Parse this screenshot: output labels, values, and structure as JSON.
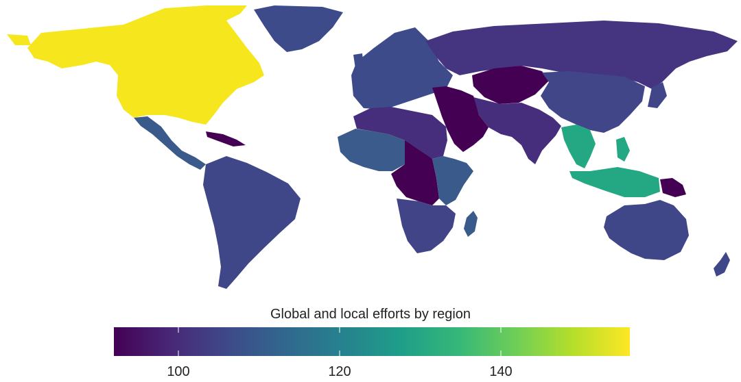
{
  "legend": {
    "title": "Global and local efforts by region",
    "min": 92,
    "max": 156,
    "ticks": [
      100,
      120,
      140
    ],
    "tick_labels": [
      "100",
      "120",
      "140"
    ],
    "colormap": [
      "#440154",
      "#482878",
      "#3e4a89",
      "#31688e",
      "#26828e",
      "#1f9e89",
      "#35b779",
      "#6ece58",
      "#b5de2b",
      "#fde725"
    ]
  },
  "regions": [
    {
      "name": "North America",
      "value": 156,
      "color": "#f5e61e"
    },
    {
      "name": "Greenland",
      "value": 110,
      "color": "#3e4b8a"
    },
    {
      "name": "Central America & Mexico",
      "value": 113,
      "color": "#3b5a8c"
    },
    {
      "name": "Caribbean",
      "value": 92,
      "color": "#440154"
    },
    {
      "name": "South America",
      "value": 106,
      "color": "#404788"
    },
    {
      "name": "Europe",
      "value": 110,
      "color": "#3e4b8a"
    },
    {
      "name": "Russia & Northern Asia",
      "value": 100,
      "color": "#453581"
    },
    {
      "name": "Central Asia",
      "value": 92,
      "color": "#440154"
    },
    {
      "name": "East Asia",
      "value": 108,
      "color": "#404688"
    },
    {
      "name": "South Asia",
      "value": 100,
      "color": "#472e7c"
    },
    {
      "name": "Middle East",
      "value": 92,
      "color": "#440154"
    },
    {
      "name": "North Africa",
      "value": 100,
      "color": "#472e7c"
    },
    {
      "name": "West Africa",
      "value": 113,
      "color": "#3a5b8c"
    },
    {
      "name": "Central Africa",
      "value": 92,
      "color": "#440154"
    },
    {
      "name": "East Africa",
      "value": 113,
      "color": "#3b5a8c"
    },
    {
      "name": "Southern Africa",
      "value": 110,
      "color": "#414487"
    },
    {
      "name": "Madagascar",
      "value": 113,
      "color": "#3b5a8c"
    },
    {
      "name": "Southeast Asia",
      "value": 132,
      "color": "#23a883"
    },
    {
      "name": "Papua New Guinea",
      "value": 92,
      "color": "#440154"
    },
    {
      "name": "Australia & Oceania",
      "value": 106,
      "color": "#404788"
    }
  ]
}
